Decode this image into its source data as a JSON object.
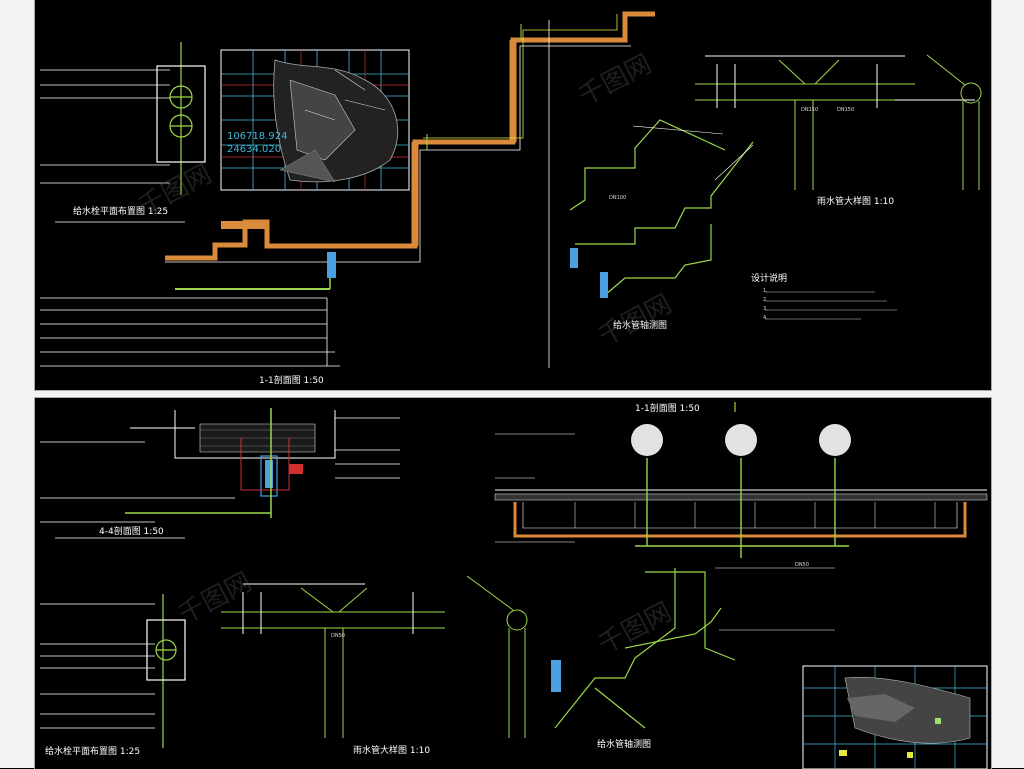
{
  "labels": {
    "sec_1_1": "1-1剖面图 1:50",
    "plan_top": "给水栓平面布置图 1:25",
    "plan_bottom": "给水栓平面布置图 1:25",
    "pipe_detail_top": "雨水管大样图 1:10",
    "pipe_detail_bottom": "雨水管大样图 1:10",
    "axon_top": "给水管轴测图",
    "axon_bottom": "给水管轴测图",
    "sec_4_4": "4-4剖面图 1:50",
    "sec_1_1b": "1-1剖面图 1:50",
    "design_notes_title": "设计说明",
    "coord_1": "106718.924",
    "coord_2": "24634.020"
  },
  "pipe_sizes": [
    "DN150",
    "DN150",
    "DN100",
    "DN50",
    "DN50"
  ],
  "design_notes": [
    "1.",
    "2.",
    "3.",
    "4."
  ],
  "watermark": "千图网",
  "colors": {
    "background": "#000000",
    "frame": "#aaaaaa",
    "line_white": "#ffffff",
    "pipe_green": "#9cd84a",
    "grid_cyan": "#3fb8d8",
    "grid_red": "#d03030",
    "wall_orange": "#d98a3a",
    "highlight_yellow": "#e8e840",
    "fixture_blue": "#4aa0e0",
    "lime": "#9fe070"
  }
}
